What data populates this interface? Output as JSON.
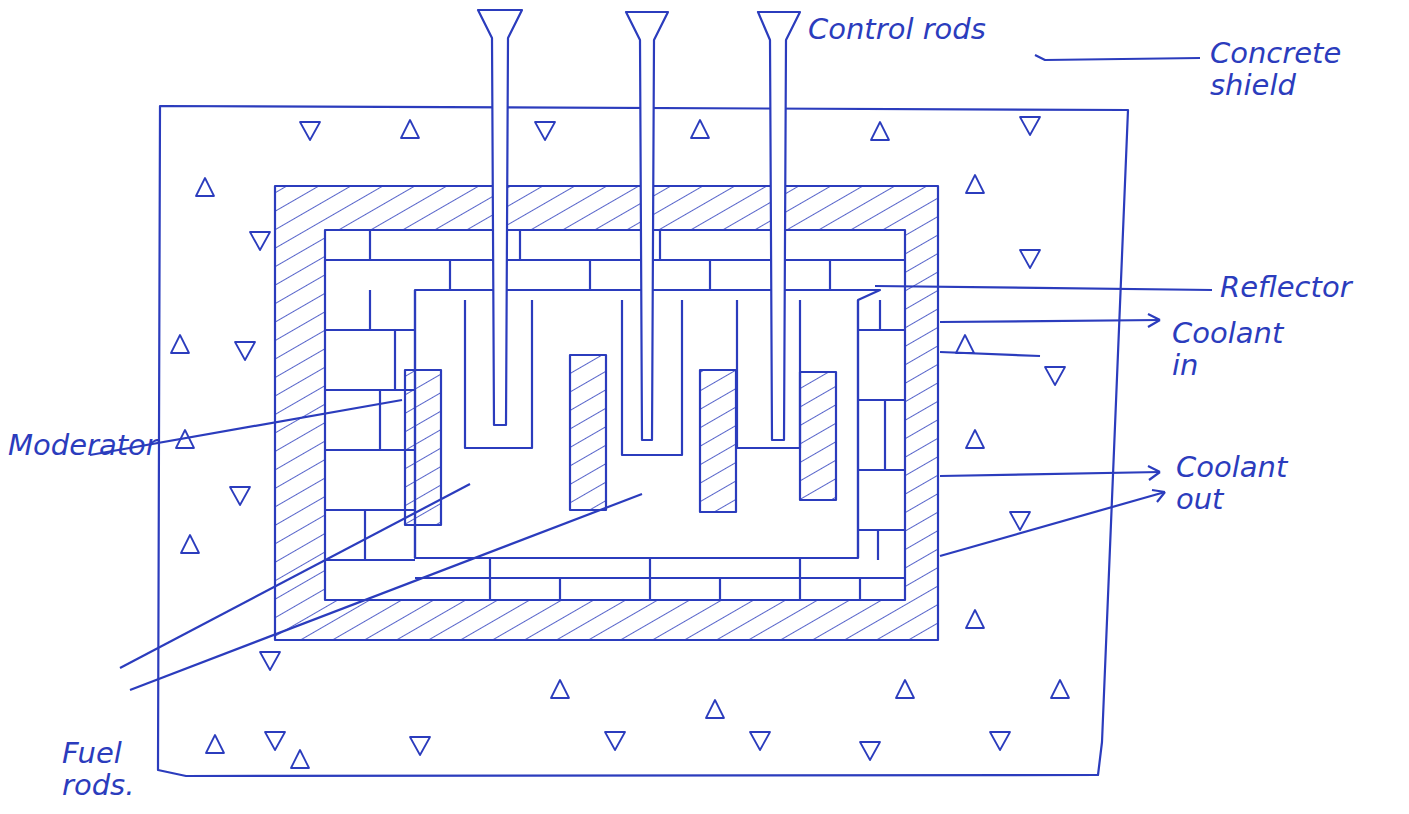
{
  "diagram": {
    "labels": [
      "Control rods",
      "Concrete shield",
      "Reflector",
      "Coolant in",
      "Coolant out",
      "Moderator",
      "Fuel rods."
    ]
  }
}
